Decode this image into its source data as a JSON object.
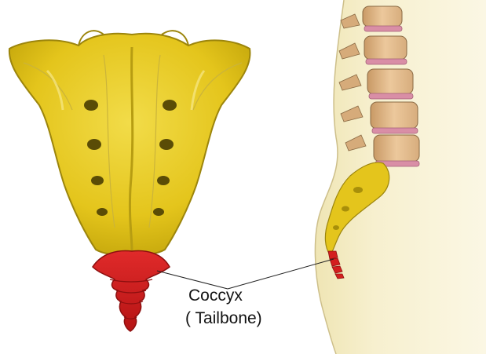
{
  "labels": {
    "coccyx": "Coccyx",
    "tailbone": "( Tailbone)"
  },
  "colors": {
    "bone_yellow": "#e4c51c",
    "bone_yellow_light": "#f2dc49",
    "bone_yellow_dark": "#a88f0a",
    "coccyx_red": "#d41f1f",
    "coccyx_red_dark": "#8d0f0f",
    "vertebra_tan": "#e0b98c",
    "disc_pink": "#d98ea6",
    "body_skin": "#f7f0cf",
    "leader_line": "#222222"
  },
  "icons": [
    "sacrum-back-view",
    "coccyx-back-view",
    "spine-side-view",
    "body-silhouette"
  ]
}
